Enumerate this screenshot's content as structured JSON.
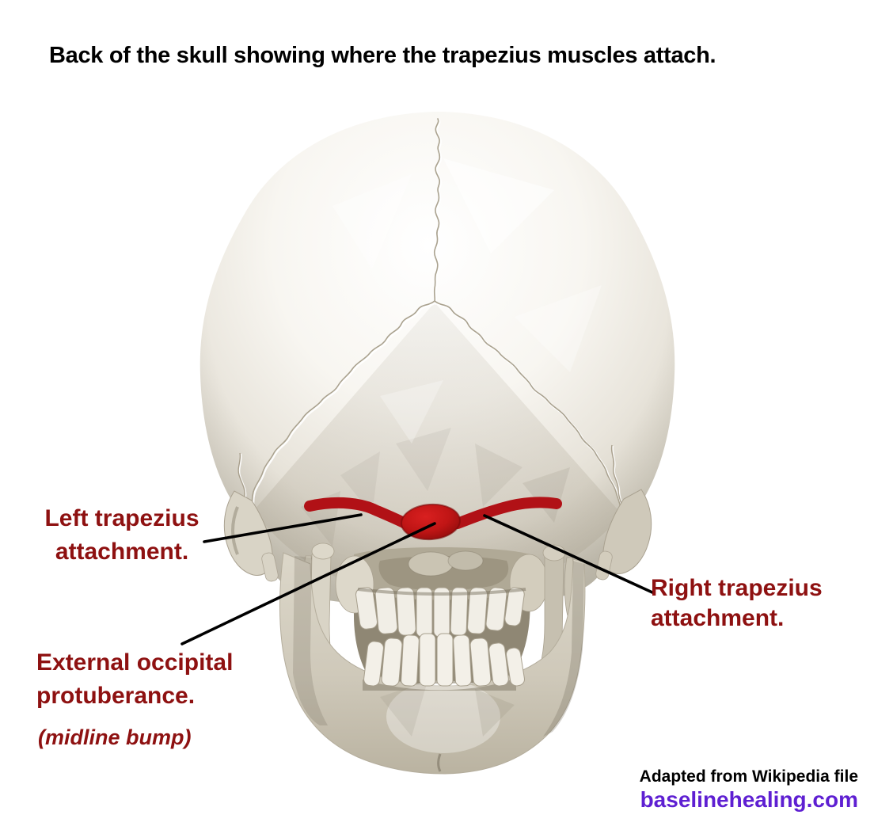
{
  "title": "Back of the skull showing where the trapezius muscles attach.",
  "labels": {
    "left_trapezius": {
      "line1": "Left trapezius",
      "line2": "attachment."
    },
    "right_trapezius": {
      "line1": "Right trapezius",
      "line2": "attachment."
    },
    "occipital": {
      "line1": "External occipital",
      "line2": "protuberance."
    },
    "midline_note": "(midline bump)"
  },
  "attribution": {
    "source_note": "Adapted from Wikipedia file",
    "website": "baselinehealing.com"
  },
  "colors": {
    "label_maroon": "#8e1111",
    "attachment_red": "#b11116",
    "protuberance_red_light": "#d92020",
    "protuberance_red_dark": "#8e0c0c",
    "website_purple": "#5e1fd2",
    "leader_line_black": "#000000"
  }
}
